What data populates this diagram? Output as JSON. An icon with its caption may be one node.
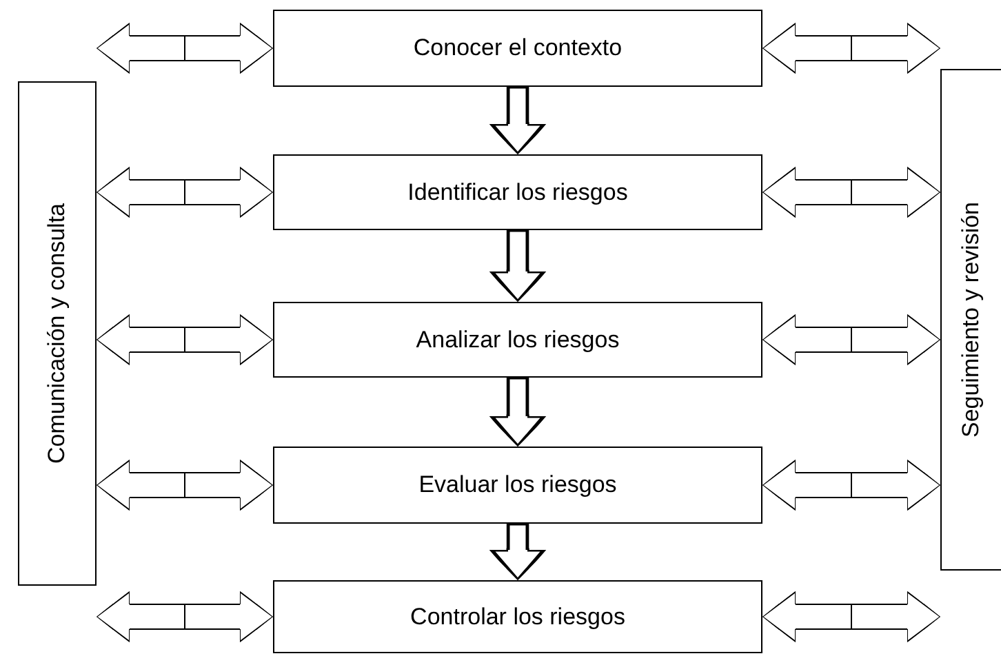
{
  "diagram": {
    "nodes": [
      {
        "text": [
          "Conocer el contexto"
        ]
      },
      {
        "text": [
          "Identificar los riesgos"
        ]
      },
      {
        "text": [
          "Analizar los riesgos"
        ]
      },
      {
        "text": [
          "Evaluar los riesgos"
        ]
      },
      {
        "text": [
          "Controlar los riesgos"
        ]
      },
      {
        "text": [
          "Comunicación y consulta"
        ]
      },
      {
        "text": [
          "Seguimiento y revisión"
        ]
      }
    ],
    "edges": [
      {
        "from": 0,
        "to": 1,
        "arrow": "to"
      },
      {
        "from": 1,
        "to": 2,
        "arrow": "to"
      },
      {
        "from": 2,
        "to": 3,
        "arrow": "to"
      },
      {
        "from": 3,
        "to": 4,
        "arrow": "to"
      },
      {
        "from": 5,
        "to": 0,
        "arrow": "both"
      },
      {
        "from": 0,
        "to": 6,
        "arrow": "both"
      },
      {
        "from": 5,
        "to": 1,
        "arrow": "both"
      },
      {
        "from": 1,
        "to": 6,
        "arrow": "both"
      },
      {
        "from": 5,
        "to": 2,
        "arrow": "both"
      },
      {
        "from": 2,
        "to": 6,
        "arrow": "both"
      },
      {
        "from": 5,
        "to": 3,
        "arrow": "both"
      },
      {
        "from": 3,
        "to": 6,
        "arrow": "both"
      },
      {
        "from": 5,
        "to": 4,
        "arrow": "both"
      },
      {
        "from": 4,
        "to": 6,
        "arrow": "both"
      }
    ]
  }
}
